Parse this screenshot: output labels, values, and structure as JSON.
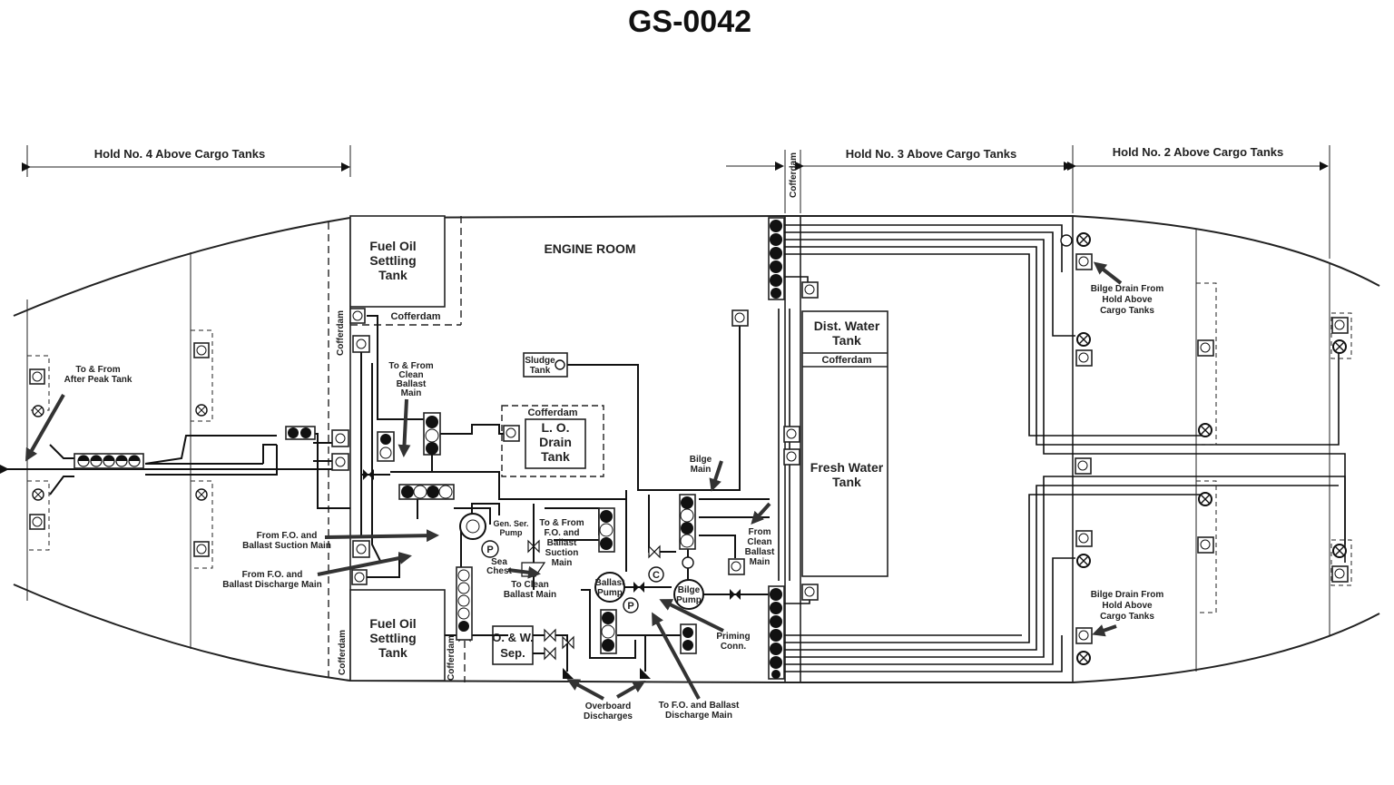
{
  "title": "GS-0042",
  "dimension_labels": {
    "hold4": "Hold No. 4 Above Cargo Tanks",
    "hold3": "Hold No. 3 Above Cargo Tanks",
    "hold2": "Hold No. 2 Above Cargo Tanks"
  },
  "compartments": {
    "engine_room": "ENGINE ROOM",
    "fuel_oil_top": [
      "Fuel Oil",
      "Settling",
      "Tank"
    ],
    "fuel_oil_bottom": [
      "Fuel Oil",
      "Settling",
      "Tank"
    ],
    "cofferdam": "Cofferdam",
    "lo_drain": [
      "L. O.",
      "Drain",
      "Tank"
    ],
    "sludge_tank": [
      "Sludge",
      "Tank"
    ],
    "dist_water": [
      "Dist. Water",
      "Tank"
    ],
    "fresh_water": [
      "Fresh Water",
      "Tank"
    ],
    "ow_sep": [
      "O. & W.",
      "Sep."
    ]
  },
  "callouts": {
    "after_peak": [
      "To & From",
      "After Peak Tank"
    ],
    "clean_ballast_top": [
      "To & From",
      "Clean",
      "Ballast",
      "Main"
    ],
    "fo_suction": [
      "From F.O. and",
      "Ballast Suction Main"
    ],
    "fo_discharge": [
      "From F.O. and",
      "Ballast Discharge Main"
    ],
    "gen_ser_pump": [
      "Gen. Ser.",
      "Pump"
    ],
    "to_from_fo_ballast_suction": [
      "To & From",
      "F.O. and",
      "Ballast",
      "Suction",
      "Main"
    ],
    "sea_chest": [
      "Sea",
      "Chest"
    ],
    "to_clean_ballast": [
      "To Clean",
      "Ballast Main"
    ],
    "ballast_pump": [
      "Ballast",
      "Pump"
    ],
    "bilge_pump": [
      "Bilge",
      "Pump"
    ],
    "bilge_main": [
      "Bilge",
      "Main"
    ],
    "from_clean_ballast": [
      "From",
      "Clean",
      "Ballast",
      "Main"
    ],
    "priming": [
      "Priming",
      "Conn."
    ],
    "overboard": [
      "Overboard",
      "Discharges"
    ],
    "to_fo_ballast_discharge": [
      "To F.O. and Ballast",
      "Discharge Main"
    ],
    "bilge_drain_upper": [
      "Bilge Drain From",
      "Hold Above",
      "Cargo Tanks"
    ],
    "bilge_drain_lower": [
      "Bilge Drain From",
      "Hold Above",
      "Cargo Tanks"
    ]
  },
  "symbols": {
    "pressure_gauge": "P",
    "compound_gauge": "C"
  },
  "colors": {
    "line": "#111111",
    "background": "#ffffff",
    "callout_arrow": "#333333"
  }
}
